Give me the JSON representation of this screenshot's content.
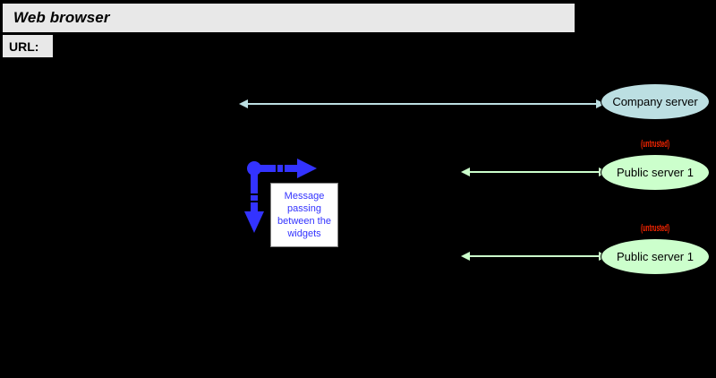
{
  "browser": {
    "title": "Web browser",
    "url_label": "URL:",
    "url_value": ""
  },
  "nodes": [
    {
      "id": "company-server",
      "label": "Company server",
      "color": "#bcdfe2",
      "tag": null
    },
    {
      "id": "public-server-1",
      "label": "Public server 1",
      "color": "#ccffcc",
      "tag": "(untrusted)"
    },
    {
      "id": "public-server-2",
      "label": "Public server 1",
      "color": "#ccffcc",
      "tag": "(untrusted)"
    }
  ],
  "connectors": [
    {
      "id": "connector-company",
      "color": "#bcdfe2",
      "direction": "bidirectional"
    },
    {
      "id": "connector-public-1",
      "color": "#ccffcc",
      "direction": "bidirectional"
    },
    {
      "id": "connector-public-2",
      "color": "#ccffcc",
      "direction": "bidirectional"
    }
  ],
  "message_widget": {
    "text": "Message passing between the widgets",
    "line_1": "Message",
    "line_2": "passing",
    "line_3": "between the",
    "line_4": "widgets",
    "arrow_color": "#3333ff",
    "text_color": "#3333ff"
  },
  "colors": {
    "background": "#000000",
    "chrome": "#e8e8e8",
    "company_accent": "#bcdfe2",
    "public_accent": "#ccffcc",
    "untrusted": "#ff2600",
    "message": "#3333ff"
  }
}
